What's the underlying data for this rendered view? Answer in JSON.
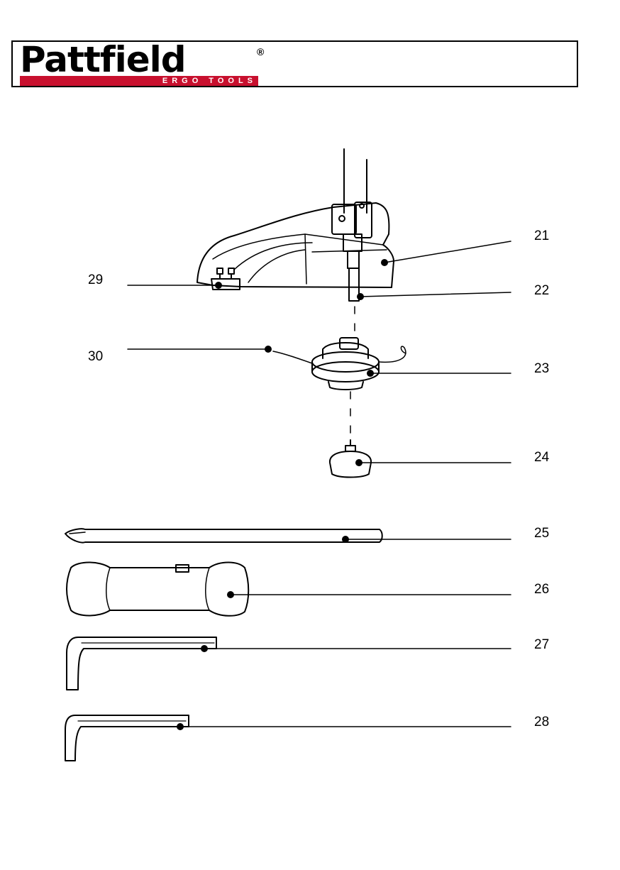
{
  "brand": {
    "name": "Pattfield",
    "registered": "®",
    "tagline": "ERGO TOOLS",
    "accent_color": "#c8102e"
  },
  "callouts": {
    "c21": "21",
    "c22": "22",
    "c23": "23",
    "c24": "24",
    "c25": "25",
    "c26": "26",
    "c27": "27",
    "c28": "28",
    "c29": "29",
    "c30": "30"
  }
}
